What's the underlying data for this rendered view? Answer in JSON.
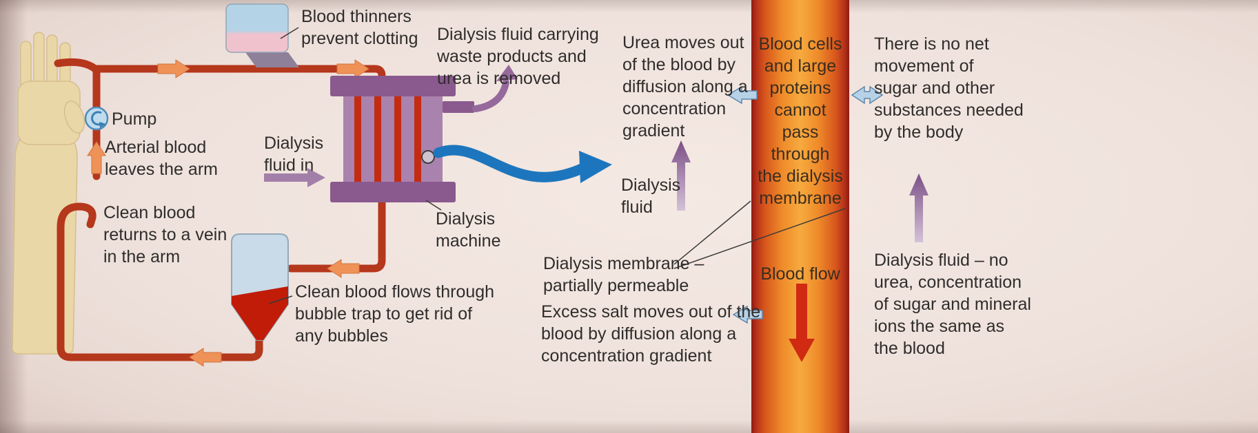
{
  "diagram": {
    "subject": "Kidney dialysis machine and dialysis membrane exchange"
  },
  "colors": {
    "page_background": "#efe2dc",
    "text": "#2f2d2b",
    "blood_tube_red": "#b5371c",
    "flow_arrow_orange": "#ee9258",
    "dialyser_purple": "#aa82ae",
    "dialyser_purple_dark": "#8a5a8e",
    "dialyser_stripe_red": "#c42c12",
    "pump_blue": "#bedcee",
    "swoosh_blue": "#1d76bd",
    "membrane_column_center": "#f6aa3f",
    "membrane_column_edge": "#8e1a12",
    "purple_arrow": "#96699c",
    "small_blue_arrow": "#b7d2e6",
    "blood_flow_arrow_red": "#d02a12"
  },
  "labels": {
    "blood_thinners": "Blood thinners\nprevent clotting",
    "dialysis_fluid_carrying": "Dialysis fluid carrying\nwaste products and\nurea is removed",
    "pump": "Pump",
    "arterial_blood": "Arterial blood\nleaves the arm",
    "dialysis_fluid_in": "Dialysis\nfluid in",
    "clean_blood_returns": "Clean blood\nreturns to a vein\nin the arm",
    "dialysis_machine": "Dialysis\nmachine",
    "bubble_trap": "Clean blood flows through\nbubble trap to get rid of\nany bubbles",
    "urea_moves": "Urea moves out\nof the blood by\ndiffusion along a\nconcentration\ngradient",
    "dialysis_fluid": "Dialysis\nfluid",
    "dialysis_membrane": "Dialysis membrane –\npartially permeable",
    "excess_salt": "Excess salt moves out of the\nblood by diffusion along a\nconcentration gradient",
    "blood_cells": "Blood cells\nand large\nproteins\ncannot\npass\nthrough\nthe dialysis\nmembrane",
    "blood_flow": "Blood flow",
    "no_net_movement": "There is no net\nmovement of\nsugar and other\nsubstances needed\nby the body",
    "dialysis_fluid_no_urea": "Dialysis fluid – no\nurea, concentration\nof sugar and mineral\nions the same as\nthe blood"
  }
}
